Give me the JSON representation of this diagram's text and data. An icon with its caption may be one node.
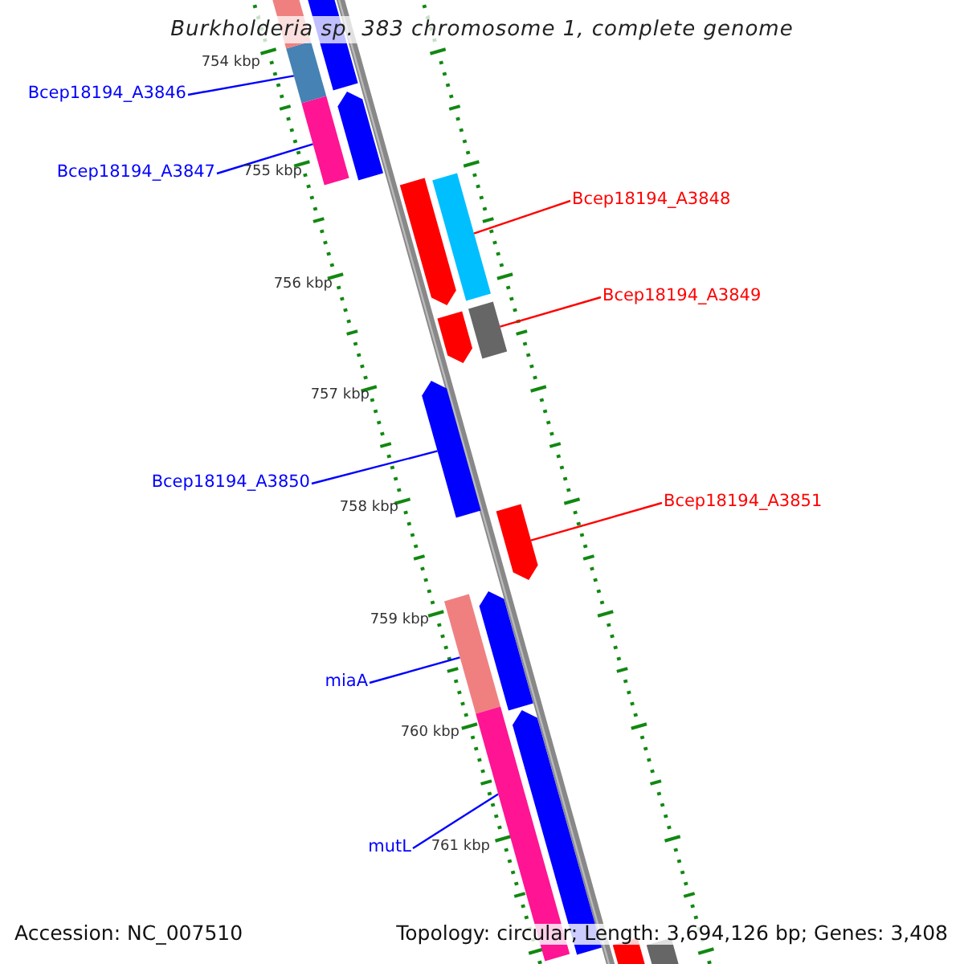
{
  "diagram": {
    "title": "Burkholderia sp. 383 chromosome 1, complete genome",
    "nodes": [
      {
        "text": [
          "Bcep18194_A3846"
        ]
      },
      {
        "text": [],
        "shape": "bar"
      },
      {
        "text": [
          "Bcep18194_A3847"
        ]
      },
      {
        "text": [],
        "shape": "bar"
      },
      {
        "text": [
          "Bcep18194_A3848"
        ]
      },
      {
        "text": [],
        "shape": "bar"
      },
      {
        "text": [
          "Bcep18194_A3849"
        ]
      },
      {
        "text": [],
        "shape": "bar"
      },
      {
        "text": [
          "Bcep18194_A3850"
        ]
      },
      {
        "text": [],
        "shape": "pentagon"
      },
      {
        "text": [
          "Bcep18194_A3851"
        ]
      },
      {
        "text": [],
        "shape": "pentagon"
      },
      {
        "text": [
          "miaA"
        ]
      },
      {
        "text": [],
        "shape": "bar"
      },
      {
        "text": [
          "mutL"
        ]
      },
      {
        "text": [],
        "shape": "bar"
      },
      {
        "text": [],
        "shape": "bar"
      },
      {
        "text": [],
        "shape": "bar"
      },
      {
        "text": [],
        "shape": "pentagon"
      },
      {
        "text": [],
        "shape": "pentagon"
      },
      {
        "text": [],
        "shape": "pentagon"
      },
      {
        "text": [],
        "shape": "pentagon"
      },
      {
        "text": [],
        "shape": "pentagon"
      },
      {
        "text": [],
        "shape": "bar"
      },
      {
        "text": [],
        "shape": "bar"
      }
    ],
    "edges": [
      {
        "from": 0,
        "to": 1,
        "arrow": "none"
      },
      {
        "from": 2,
        "to": 3,
        "arrow": "none"
      },
      {
        "from": 4,
        "to": 5,
        "arrow": "none",
        "color": "#ff0000"
      },
      {
        "from": 6,
        "to": 7,
        "arrow": "none",
        "color": "#ff0000"
      },
      {
        "from": 8,
        "to": 9,
        "arrow": "none"
      },
      {
        "from": 10,
        "to": 11,
        "arrow": "none",
        "color": "#ff0000"
      },
      {
        "from": 12,
        "to": 13,
        "arrow": "none"
      },
      {
        "from": 14,
        "to": 15,
        "arrow": "none"
      }
    ],
    "labels": [
      "754 kbp",
      "755 kbp",
      "756 kbp",
      "757 kbp",
      "758 kbp",
      "759 kbp",
      "760 kbp",
      "761 kbp",
      "Accession: NC_007510",
      "Topology: circular; Length: 3,694,126 bp; Genes: 3,408"
    ]
  }
}
